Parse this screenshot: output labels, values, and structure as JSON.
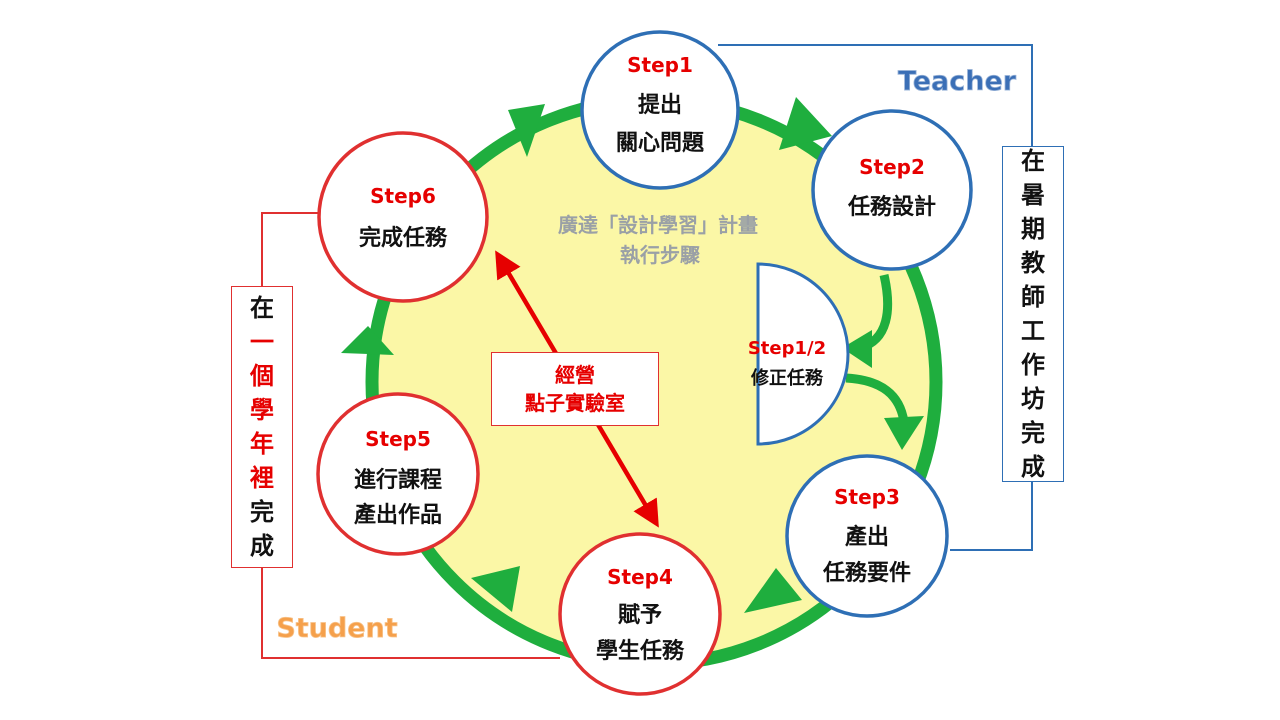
{
  "center": {
    "line1": "廣達「設計學習」計畫",
    "line2": "執行步驟"
  },
  "teacher_label": "Teacher",
  "student_label": "Student",
  "teacher_box_chars": [
    "在",
    "暑",
    "期",
    "教",
    "師",
    "工",
    "作",
    "坊",
    "完",
    "成"
  ],
  "student_box_chars": [
    {
      "ch": "在",
      "color": "#111111"
    },
    {
      "ch": "一",
      "color": "#e60000"
    },
    {
      "ch": "個",
      "color": "#e60000"
    },
    {
      "ch": "學",
      "color": "#e60000"
    },
    {
      "ch": "年",
      "color": "#e60000"
    },
    {
      "ch": "裡",
      "color": "#e60000"
    },
    {
      "ch": "完",
      "color": "#111111"
    },
    {
      "ch": "成",
      "color": "#111111"
    }
  ],
  "lab": {
    "line1": "經營",
    "line2": "點子實驗室"
  },
  "steps": {
    "step1": {
      "label": "Step1",
      "line1": "提出",
      "line2": "關心問題"
    },
    "step2": {
      "label": "Step2",
      "line1": "任務設計"
    },
    "step12": {
      "label": "Step1/2",
      "line1": "修正任務"
    },
    "step3": {
      "label": "Step3",
      "line1": "產出",
      "line2": "任務要件"
    },
    "step4": {
      "label": "Step4",
      "line1": "賦予",
      "line2": "學生任務"
    },
    "step5": {
      "label": "Step5",
      "line1": "進行課程",
      "line2": "產出作品"
    },
    "step6": {
      "label": "Step6",
      "line1": "完成任務"
    }
  },
  "colors": {
    "ring_green": "#1fae3e",
    "fill_yellow": "#fbf7a6",
    "teacher_blue": "#2e6fb5",
    "student_red": "#e03030",
    "step_label_red": "#e60000",
    "student_label_orange": "#f5a04b"
  }
}
